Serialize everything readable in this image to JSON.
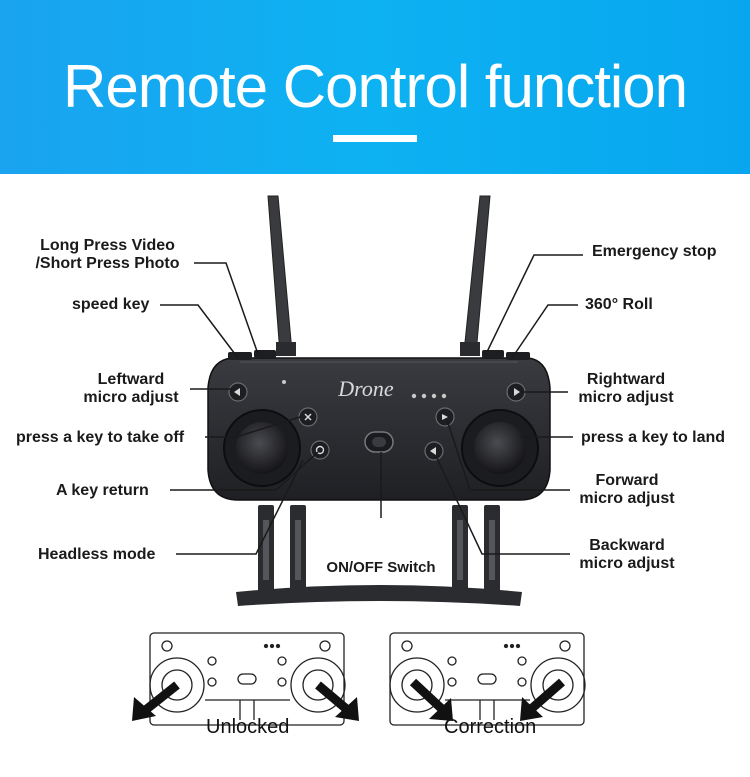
{
  "header": {
    "title": "Remote Control function"
  },
  "controller": {
    "brand_text": "Drone"
  },
  "labels": {
    "long_press_line1": "Long Press Video",
    "long_press_line2": "/Short Press Photo",
    "speed_key": "speed key",
    "leftward_line1": "Leftward",
    "leftward_line2": "micro adjust",
    "take_off": "press a key to take off",
    "key_return": "A key return",
    "headless_mode": "Headless mode",
    "on_off_switch": "ON/OFF Switch",
    "emergency_stop": "Emergency stop",
    "roll_360": "360° Roll",
    "rightward_line1": "Rightward",
    "rightward_line2": "micro adjust",
    "land": "press a key to land",
    "forward_line1": "Forward",
    "forward_line2": "micro adjust",
    "backward_line1": "Backward",
    "backward_line2": "micro adjust"
  },
  "modes": {
    "unlocked": "Unlocked",
    "correction": "Correction"
  },
  "colors": {
    "banner": "#0db2f2",
    "controller_body": "#2b2c30",
    "leader_line": "#1a1a1a"
  }
}
